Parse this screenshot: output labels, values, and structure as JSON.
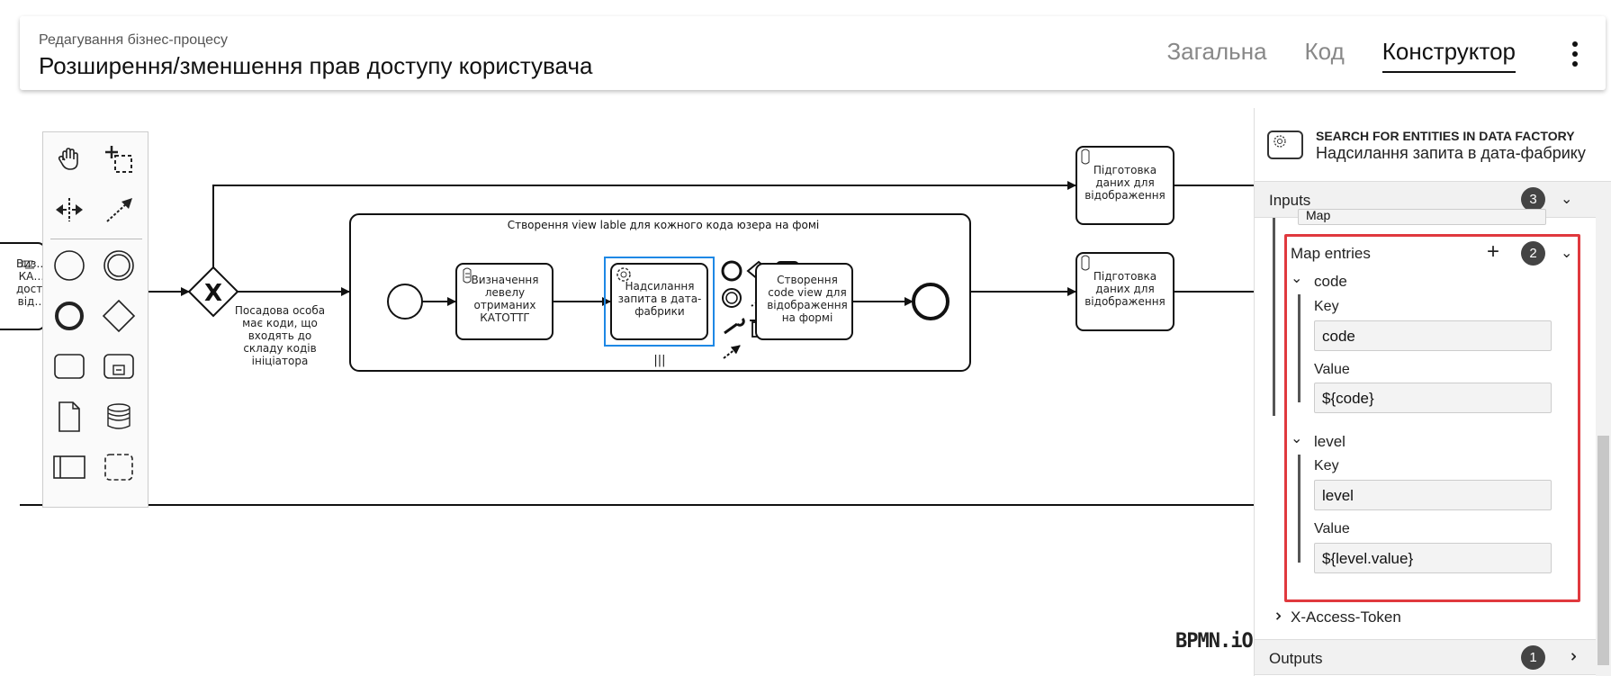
{
  "header": {
    "breadcrumb": "Редагування бізнес-процесу",
    "title": "Розширення/зменшення прав доступу користувача",
    "tabs": [
      {
        "label": "Загальна",
        "active": false
      },
      {
        "label": "Код",
        "active": false
      },
      {
        "label": "Конструктор",
        "active": true
      }
    ]
  },
  "diagram": {
    "partial_task_label": "Виз… КА… дост… від…",
    "gateway_label": "Посадова особа має коди, що входять до складу кодів ініціатора",
    "subprocess_label": "Створення view lable для кожного кода юзера на фомі",
    "task_define_level": "Визначення левелу отриманих КАТОТТГ",
    "task_send_request": "Надсилання запита в дата-фабрики",
    "task_create_code_view": "Створення code view для відображення на формі",
    "task_prepare_1": "Підготовка даних для відображення",
    "task_prepare_2": "Підготовка даних для відображення",
    "watermark": "BPMN.iO"
  },
  "panel": {
    "element_type": "SEARCH FOR ENTITIES IN DATA FACTORY",
    "element_name": "Надсилання запита в дата-фабрику",
    "inputs": {
      "label": "Inputs",
      "count": "3"
    },
    "truncated_value": "Map",
    "map_entries": {
      "label": "Map entries",
      "count": "2"
    },
    "entries": [
      {
        "name": "code",
        "key_label": "Key",
        "key": "code",
        "value_label": "Value",
        "value": "${code}"
      },
      {
        "name": "level",
        "key_label": "Key",
        "key": "level",
        "value_label": "Value",
        "value": "${level.value}"
      }
    ],
    "x_access_token": "X-Access-Token",
    "outputs": {
      "label": "Outputs",
      "count": "1"
    }
  },
  "icons": [
    "hand-tool-icon",
    "lasso-tool-icon",
    "space-tool-icon",
    "connect-tool-icon",
    "start-event-icon",
    "intermediate-event-icon",
    "end-event-icon",
    "gateway-icon",
    "task-icon",
    "subprocess-icon",
    "data-object-icon",
    "data-store-icon",
    "participant-icon",
    "group-icon",
    "script-icon",
    "service-gear-icon",
    "wrench-icon",
    "trash-icon",
    "more-vert-icon"
  ],
  "colors": {
    "selection": "#1e88e5",
    "highlight_box": "#e0393e",
    "badge": "#444444"
  }
}
